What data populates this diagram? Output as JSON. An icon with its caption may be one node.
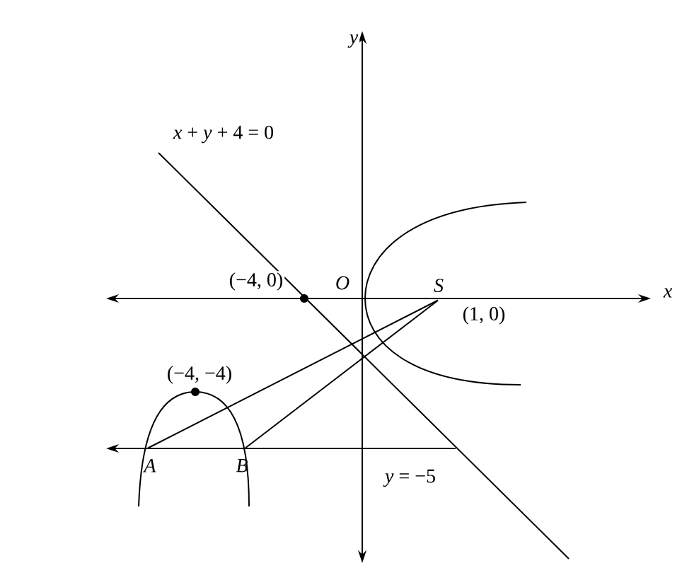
{
  "diagram": {
    "nodes": [
      {
        "text": [
          "*A*"
        ]
      },
      {
        "text": [
          "*B*"
        ]
      },
      {
        "text": [
          "*S*"
        ]
      }
    ],
    "edges": [
      {
        "from": 2,
        "to": 0,
        "arrow": "none"
      },
      {
        "from": 2,
        "to": 1,
        "arrow": "none"
      }
    ],
    "labels": [
      "*y*",
      "*x* + *y* + 4 = 0",
      "(−4, 0)",
      "*O*",
      "*x*",
      "(1, 0)",
      "(−4, −4)",
      "*y* = −5"
    ]
  }
}
